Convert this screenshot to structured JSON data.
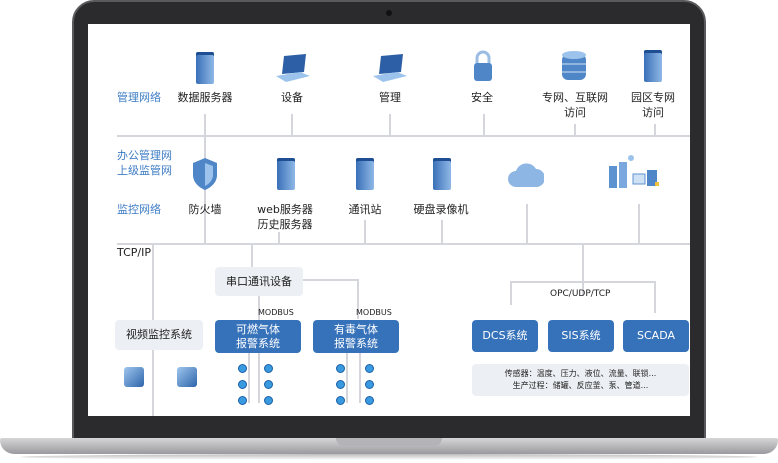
{
  "layers": {
    "mgmt": "管理网络",
    "office": "办公管理网",
    "upper": "上级监管网",
    "monitor": "监控网络",
    "tcp": "TCP/IP"
  },
  "top_nodes": [
    {
      "label": "数据服务器",
      "icon": "server-icon"
    },
    {
      "label": "设备",
      "icon": "laptop-icon"
    },
    {
      "label": "管理",
      "icon": "laptop-icon"
    },
    {
      "label": "安全",
      "icon": "lock-icon"
    },
    {
      "label": "专网、互联网",
      "label2": "访问",
      "icon": "database-icon"
    },
    {
      "label": "园区专网",
      "label2": "访问",
      "icon": "server-icon"
    }
  ],
  "mid_nodes": [
    {
      "label": "防火墙",
      "icon": "firewall-shield-icon"
    },
    {
      "label": "web服务器",
      "label2": "历史服务器",
      "icon": "server-icon"
    },
    {
      "label": "通讯站",
      "icon": "server-icon"
    },
    {
      "label": "硬盘录像机",
      "icon": "server-icon"
    }
  ],
  "serial": "串口通讯设备",
  "modbus": "MODBUS",
  "video": "视频监控系统",
  "gas1": {
    "l1": "可燃气体",
    "l2": "报警系统"
  },
  "gas2": {
    "l1": "有毒气体",
    "l2": "报警系统"
  },
  "opc": "OPC/UDP/TCP",
  "systems": [
    "DCS系统",
    "SIS系统",
    "SCADA"
  ],
  "sensor": {
    "l1": "传感器：温度、压力、液位、流量、联锁...",
    "l2": "生产过程：储罐、反应釜、泵、管道..."
  },
  "colors": {
    "accent": "#3672ba",
    "side": "#3d7cc4"
  }
}
